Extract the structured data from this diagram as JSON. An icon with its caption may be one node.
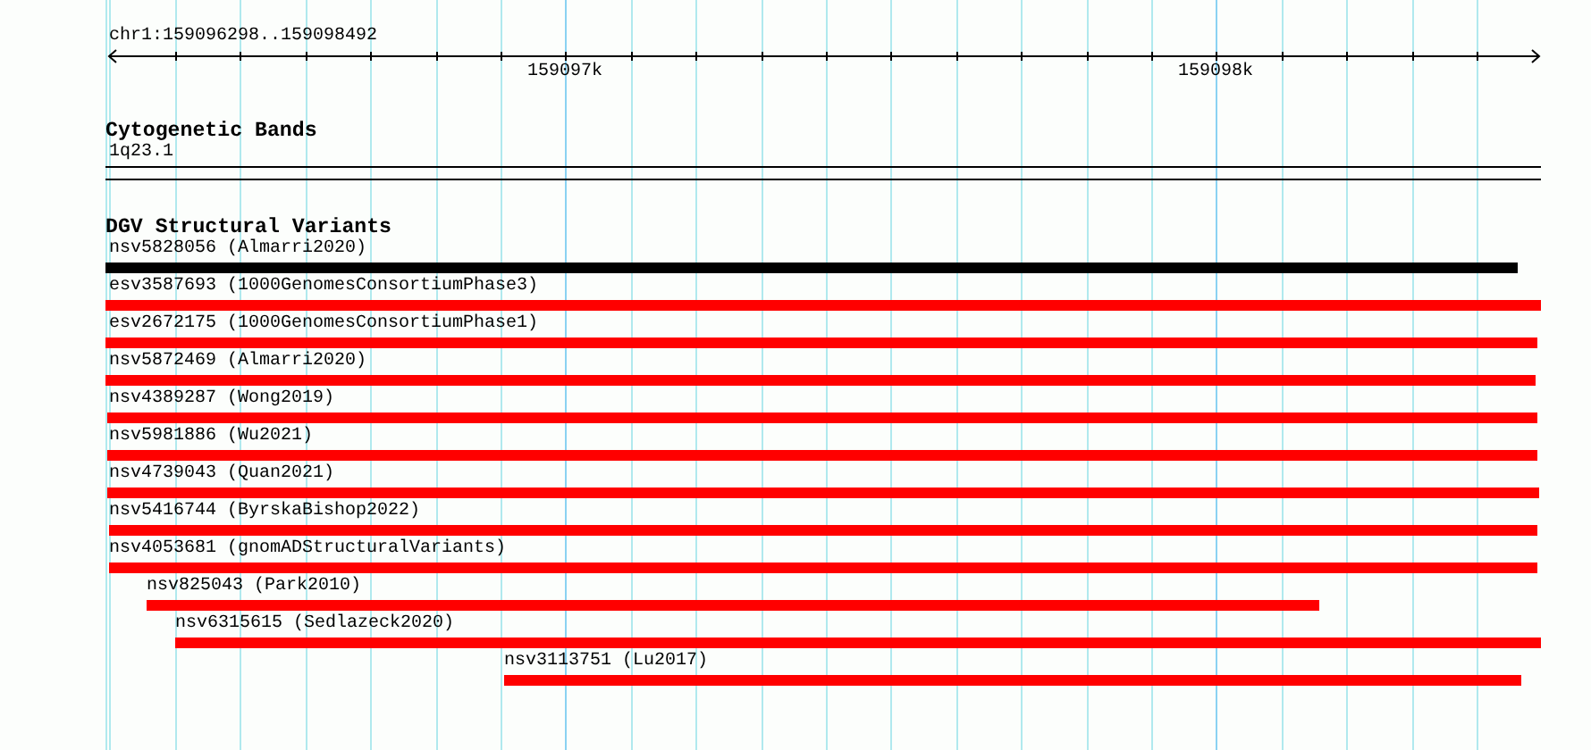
{
  "diagram": {
    "nodes": [
      {
        "text": [
          "1q23.1"
        ]
      },
      {
        "text": [
          "nsv5828056 (Almarri2020)"
        ]
      },
      {
        "text": [
          "esv3587693 (1000GenomesConsortiumPhase3)"
        ]
      },
      {
        "text": [
          "esv2672175 (1000GenomesConsortiumPhase1)"
        ]
      },
      {
        "text": [
          "nsv5872469 (Almarri2020)"
        ]
      },
      {
        "text": [
          "nsv4389287 (Wong2019)"
        ]
      },
      {
        "text": [
          "nsv5981886 (Wu2021)"
        ]
      },
      {
        "text": [
          "nsv4739043 (Quan2021)"
        ]
      },
      {
        "text": [
          "nsv5416744 (ByrskaBishop2022)"
        ]
      },
      {
        "text": [
          "nsv4053681 (gnomADStructuralVariants)"
        ]
      },
      {
        "text": [
          "nsv825043 (Park2010)"
        ]
      },
      {
        "text": [
          "nsv6315615 (Sedlazeck2020)"
        ]
      },
      {
        "text": [
          "nsv3113751 (Lu2017)"
        ]
      }
    ],
    "labels": [
      "chr1:159096298..159098492",
      "159097k",
      "159098k",
      "Cytogenetic Bands",
      "DGV Structural Variants"
    ]
  }
}
